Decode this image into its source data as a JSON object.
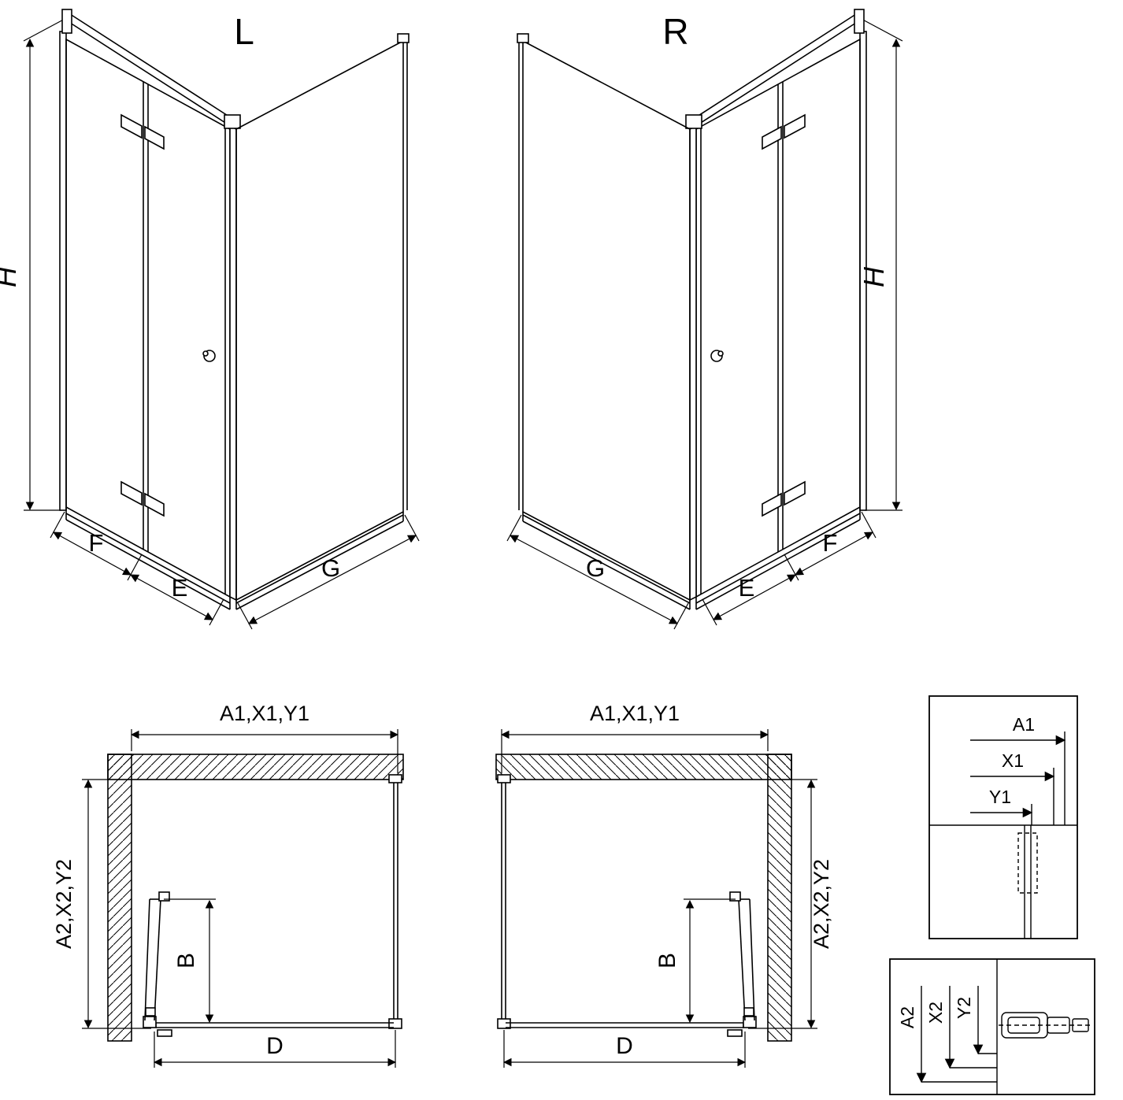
{
  "colors": {
    "line": "#000000",
    "background": "#ffffff"
  },
  "perspective_left": {
    "variant_label": "L",
    "height_dim": "H",
    "fixed_panel_dim": "F",
    "door_dim": "E",
    "side_panel_dim": "G"
  },
  "perspective_right": {
    "variant_label": "R",
    "height_dim": "H",
    "side_panel_dim": "G",
    "door_dim": "E",
    "fixed_panel_dim": "F"
  },
  "plan_left": {
    "width_dims": "A1,X1,Y1",
    "depth_dims": "A2,X2,Y2",
    "door_opening_dim": "B",
    "entry_width_dim": "D"
  },
  "plan_right": {
    "width_dims": "A1,X1,Y1",
    "depth_dims": "A2,X2,Y2",
    "door_opening_dim": "B",
    "entry_width_dim": "D"
  },
  "detail_width": {
    "dims": [
      "A1",
      "X1",
      "Y1"
    ]
  },
  "detail_depth": {
    "dims": [
      "A2",
      "X2",
      "Y2"
    ]
  }
}
